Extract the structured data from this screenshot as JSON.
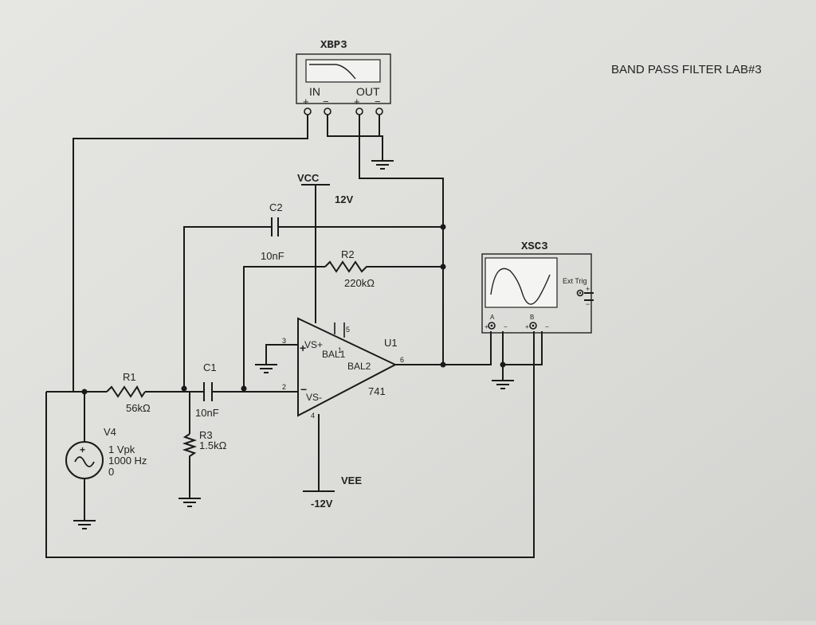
{
  "title": "BAND PASS FILTER LAB#3",
  "bode_plotter": {
    "name": "XBP3",
    "in_label": "IN",
    "out_label": "OUT",
    "plus": "+",
    "minus": "−"
  },
  "oscilloscope": {
    "name": "XSC3",
    "ext_trig": "Ext Trig",
    "channel_a": "A",
    "channel_b": "B",
    "plus": "+",
    "minus": "−"
  },
  "supply_pos": {
    "name": "VCC",
    "value": "12V"
  },
  "supply_neg": {
    "name": "VEE",
    "value": "-12V"
  },
  "capacitor_c2": {
    "name": "C2",
    "value": "10nF"
  },
  "capacitor_c1": {
    "name": "C1",
    "value": "10nF"
  },
  "resistor_r2": {
    "name": "R2",
    "value": "220kΩ"
  },
  "resistor_r1": {
    "name": "R1",
    "value": "56kΩ"
  },
  "resistor_r3": {
    "name": "R3",
    "value": "1.5kΩ"
  },
  "source_v4": {
    "name": "V4",
    "amplitude": "1 Vpk",
    "frequency": "1000 Hz",
    "phase": "0"
  },
  "opamp_u1": {
    "name": "U1",
    "part": "741",
    "pin_vs_pos": "VS+",
    "pin_vs_neg": "VS-",
    "pin_bal1": "BAL1",
    "pin_bal2": "BAL2",
    "pin3": "3",
    "pin2": "2",
    "pin6": "6",
    "pin4": "4",
    "pin5": "5",
    "pin1": "1",
    "plus": "+",
    "minus": "−"
  }
}
